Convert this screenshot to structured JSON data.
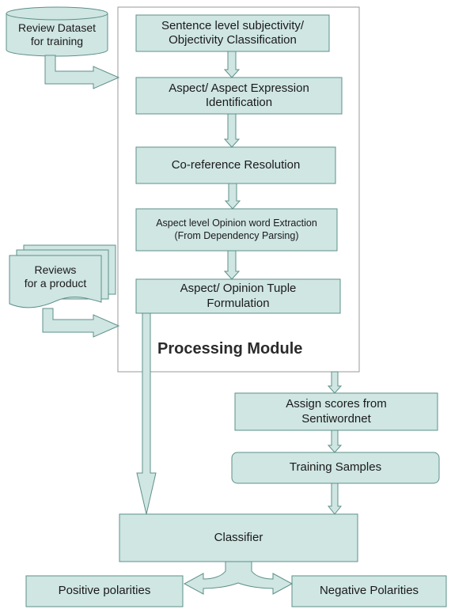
{
  "colors": {
    "box_fill": "#cfe6e3",
    "box_stroke": "#5e9089",
    "module_stroke": "#9a9a9a",
    "text": "#1a1a1a"
  },
  "inputs": {
    "review_dataset": "Review Dataset\nfor training",
    "reviews_product": "Reviews\nfor a product"
  },
  "module": {
    "title": "Processing Module",
    "steps": [
      "Sentence level subjectivity/\nObjectivity Classification",
      "Aspect/ Aspect Expression\nIdentification",
      "Co-reference Resolution",
      "Aspect level Opinion word Extraction\n(From Dependency Parsing)",
      "Aspect/ Opinion Tuple\nFormulation"
    ]
  },
  "scores": "Assign scores from\nSentiwordnet",
  "training_samples": "Training Samples",
  "classifier": "Classifier",
  "outputs": {
    "positive": "Positive polarities",
    "negative": "Negative Polarities"
  }
}
